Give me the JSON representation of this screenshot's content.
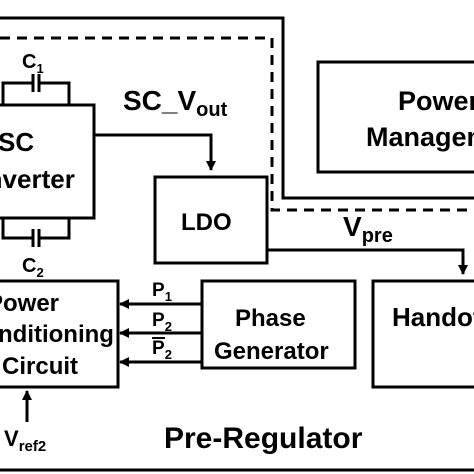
{
  "blocks": {
    "sc_converter": {
      "line1": "SC",
      "line2": "Converter"
    },
    "ldo": "LDO",
    "power_management": {
      "line1": "Power",
      "line2": "Management"
    },
    "power_conditioning": {
      "line1": "Power",
      "line2": "Conditioning",
      "line3": "Circuit"
    },
    "phase_generator": {
      "line1": "Phase",
      "line2": "Generator"
    },
    "handoff": "Handoff"
  },
  "labels": {
    "c1_main": "C",
    "c1_sub": "1",
    "c2_main": "C",
    "c2_sub": "2",
    "sc_vout_main": "SC_V",
    "sc_vout_sub": "out",
    "vpre_main": "V",
    "vpre_sub": "pre",
    "p1_main": "P",
    "p1_sub": "1",
    "p2_main": "P",
    "p2_sub": "2",
    "p2bar_main": "P",
    "p2bar_sub": "2",
    "vref2_main": "V",
    "vref2_sub": "ref2",
    "pre_regulator": "Pre-Regulator"
  }
}
